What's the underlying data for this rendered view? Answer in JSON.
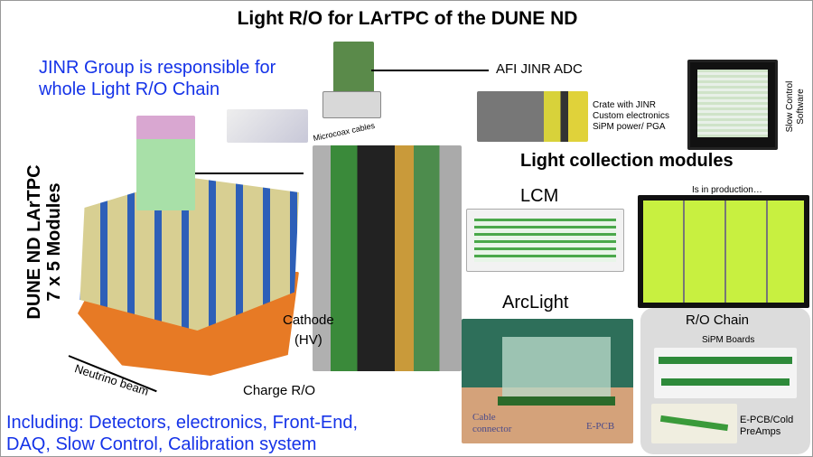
{
  "title": "Light R/O for LArTPC of the DUNE ND",
  "intro": [
    "JINR Group is responsible for",
    "whole Light R/O Chain"
  ],
  "detector_label": [
    "DUNE ND LArTPC",
    "7 x 5 Modules"
  ],
  "neutrino_beam": "Neutrino beam",
  "microcoax": "Microcoax cables",
  "adc": "AFI JINR ADC",
  "crate": [
    "Crate with JINR",
    "Custom electronics",
    "SiPM power/ PGA"
  ],
  "slow_control": [
    "Slow Control",
    "Software"
  ],
  "lcm_heading": "Light collection modules",
  "lcm": "LCM",
  "production": "Is in production…",
  "arclight": "ArcLight",
  "cathode": [
    "Cathode",
    "(HV)"
  ],
  "charge": "Charge R/O",
  "cable_connector": [
    "Cable",
    "connector"
  ],
  "epcb": "E-PCB",
  "ro_chain": {
    "title": "R/O  Chain",
    "sipm": "SiPM Boards",
    "epcb": [
      "E-PCB/Cold",
      "PreAmps"
    ]
  },
  "footer": [
    "Including: Detectors, electronics, Front-End,",
    "DAQ, Slow Control, Calibration system"
  ]
}
